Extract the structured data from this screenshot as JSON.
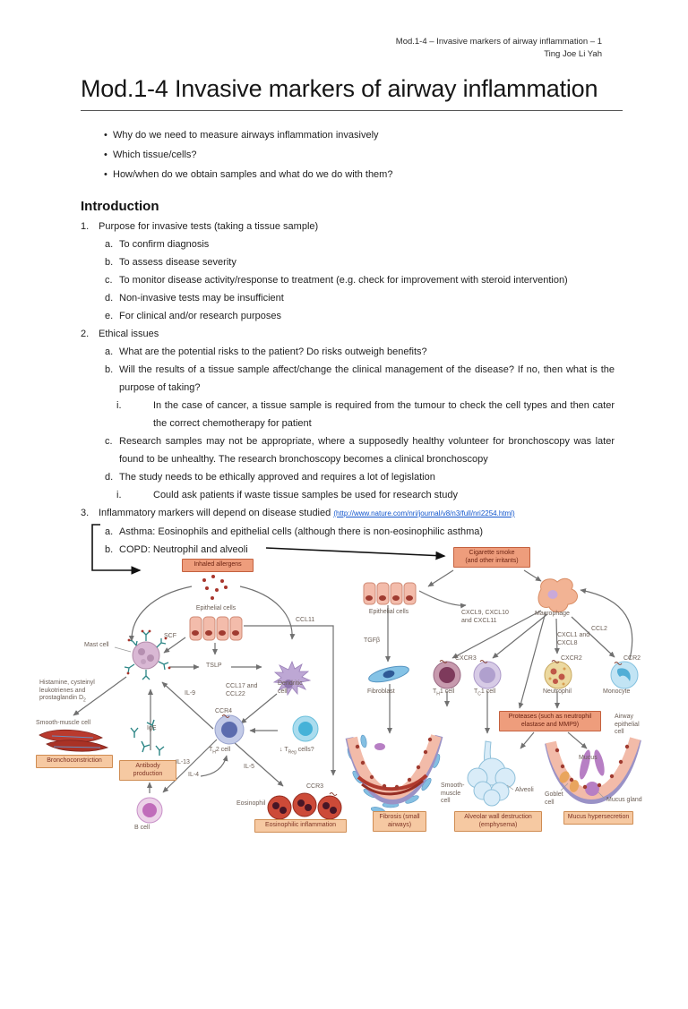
{
  "colors": {
    "accent_box": "#ee9d7c",
    "light_box": "#f6c9a2",
    "link_blue": "#1155cc",
    "diagram_text": "#6b5e55"
  },
  "doc": {
    "header_line1": "Mod.1-4 – Invasive markers of airway inflammation – 1",
    "header_line2": "Ting Joe Li Yah",
    "title": "Mod.1-4 Invasive markers of airway inflammation",
    "bullet_char": "•",
    "bullets": [
      "Why do we need to measure airways inflammation invasively",
      "Which tissue/cells?",
      "How/when do we obtain samples and what do we do with them?"
    ],
    "intro_heading": "Introduction",
    "list": [
      {
        "m": "1.",
        "t": "Purpose for invasive tests (taking a tissue sample)"
      },
      {
        "m": "a.",
        "t": "To confirm diagnosis"
      },
      {
        "m": "b.",
        "t": "To assess disease severity"
      },
      {
        "m": "c.",
        "t": "To monitor disease activity/response to treatment (e.g. check for improvement with steroid intervention)"
      },
      {
        "m": "d.",
        "t": "Non-invasive tests may be insufficient"
      },
      {
        "m": "e.",
        "t": "For clinical and/or research purposes"
      },
      {
        "m": "2.",
        "t": "Ethical issues"
      },
      {
        "m": "a.",
        "t": "What are the potential risks to the patient? Do risks outweigh benefits?"
      },
      {
        "m": "b.",
        "t": "Will the results of a tissue sample affect/change the clinical management of the disease? If no, then what is the purpose of taking?"
      },
      {
        "m": "i.",
        "t": "In the case of cancer, a tissue sample is required from the tumour to check the cell types and then cater the correct chemotherapy for patient"
      },
      {
        "m": "c.",
        "t": "Research samples may not be appropriate, where a supposedly healthy volunteer for bronchoscopy was later found to be unhealthy. The research bronchoscopy becomes a clinical bronchoscopy"
      },
      {
        "m": "d.",
        "t": "The study needs to be ethically approved and requires a lot of legislation"
      },
      {
        "m": "i.",
        "t": "Could ask patients if waste tissue samples be used for research study"
      },
      {
        "m": "3.",
        "t": "Inflammatory markers will depend on disease studied"
      },
      {
        "m": "a.",
        "t": "Asthma: Eosinophils and epithelial cells (although there is non-eosinophilic asthma)"
      },
      {
        "m": "b.",
        "t": "COPD: Neutrophil and alveoli"
      }
    ],
    "link_text": "(http://www.nature.com/nri/journal/v8/n3/full/nri2254.html)"
  },
  "diagram": {
    "asthma": {
      "inhaled_allergens": "Inhaled allergens",
      "epithelial_cells": "Epithelial cells",
      "ccl11": "CCL11",
      "scf": "SCF",
      "mast_cell": "Mast cell",
      "tslp": "TSLP",
      "dendritic_cell": "Dendritic cell",
      "ccl17_ccl22": "CCL17 and CCL22",
      "il9": "IL-9",
      "histamine_main": "Histamine, cysteinyl leukotrienes and prostaglandin D",
      "histamine_sub": "2",
      "smooth_muscle_cell": "Smooth-muscle cell",
      "bronchoconstriction": "Bronchoconstriction",
      "ige": "IgE",
      "antibody_production": "Antibody production",
      "b_cell": "B cell",
      "ccr4": "CCR4",
      "th2": {
        "pre": "T",
        "sub": "H",
        "post": "2 cell"
      },
      "treg": {
        "pre": "↓ T",
        "sub": "Reg",
        "post": " cells?"
      },
      "il13": "IL-13",
      "il4": "IL-4",
      "il5": "IL-5",
      "eosinophil": "Eosinophil",
      "ccr3": "CCR3",
      "eosinophilic_inflammation": "Eosinophilic inflammation"
    },
    "copd": {
      "cigarette_smoke_l1": "Cigarette smoke",
      "cigarette_smoke_l2": "(and other irritants)",
      "epithelial_cells": "Epithelial cells",
      "cxcl9_10_11": "CXCL9, CXCL10 and CXCL11",
      "macrophage": "Macrophage",
      "ccl2": "CCL2",
      "tgfb": "TGFβ",
      "cxcl1_8": "CXCL1 and CXCL8",
      "fibroblast": "Fibroblast",
      "cxcr3": "CXCR3",
      "th1": {
        "pre": "T",
        "sub": "H",
        "post": "1 cell"
      },
      "tc1": {
        "pre": "T",
        "sub": "C",
        "post": "1 cell"
      },
      "cxcr2": "CXCR2",
      "neutrophil": "Neutrophil",
      "ccr2": "CCR2",
      "monocyte": "Monocyte",
      "proteases": "Proteases (such as neutrophil elastase and MMP9)",
      "airway_epithelial_cell": "Airway epithelial cell",
      "smooth_muscle_cell": "Smooth-muscle cell",
      "alveoli": "Alveoli",
      "goblet_cell": "Goblet cell",
      "mucus": "Mucus",
      "mucus_gland": "Mucus gland",
      "fibrosis": "Fibrosis (small airways)",
      "alveolar_wall": "Alveolar wall destruction (emphysema)",
      "mucus_hypersecretion": "Mucus hypersecretion"
    }
  }
}
